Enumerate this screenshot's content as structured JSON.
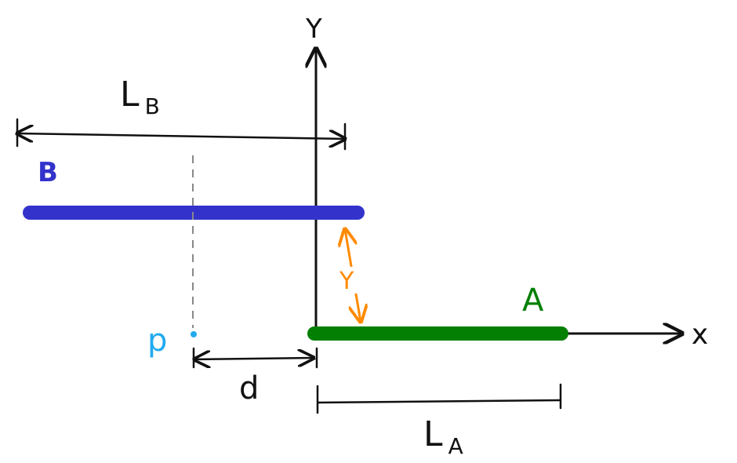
{
  "labels": {
    "y_axis": "Y",
    "x_axis": "x",
    "rod_b": "B",
    "rod_a": "A",
    "point": "p",
    "length_b_main": "L",
    "length_b_sub": "B",
    "length_a_main": "L",
    "length_a_sub": "A",
    "separation_y": "Y",
    "distance_d": "d"
  },
  "colors": {
    "ink": "#111111",
    "rod_b": "#3333cc",
    "rod_a": "#037f03",
    "point": "#22aaf0",
    "separation": "#ff8a00",
    "guide": "#888888"
  }
}
